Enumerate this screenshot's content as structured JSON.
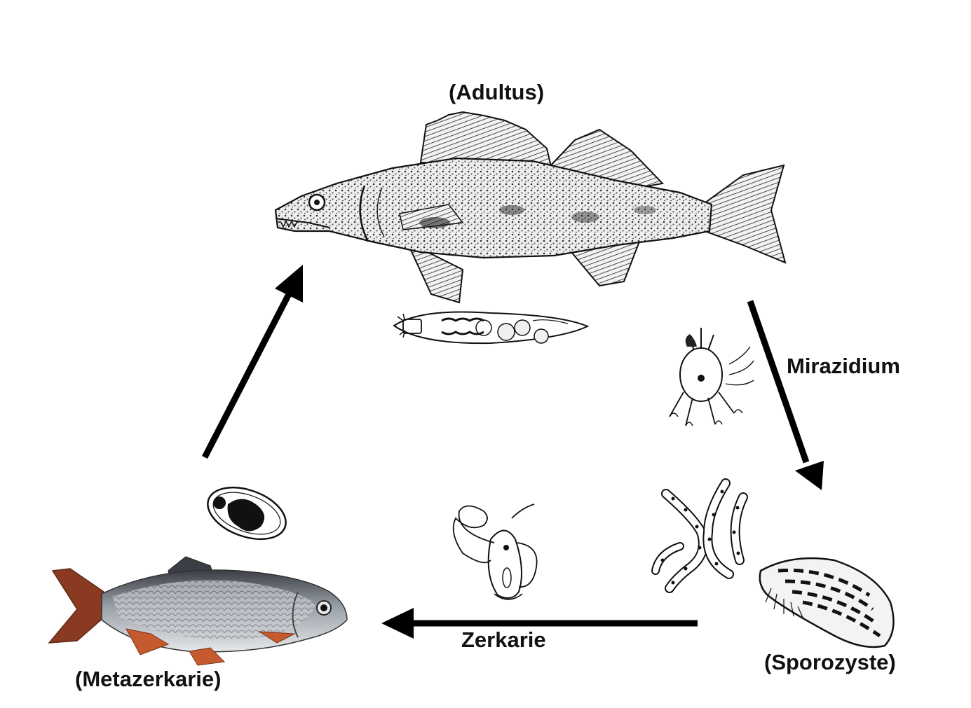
{
  "stages": {
    "adult": "(Adultus)",
    "miracidium": "Mirazidium",
    "sporocyst": "(Sporozyste)",
    "cercaria": "Zerkarie",
    "metacercaria": "(Metazerkarie)"
  },
  "colors": {
    "ink": "#111111",
    "roach_back": "#3b3f45",
    "roach_fin": "#b5522c",
    "background": "#ffffff"
  }
}
